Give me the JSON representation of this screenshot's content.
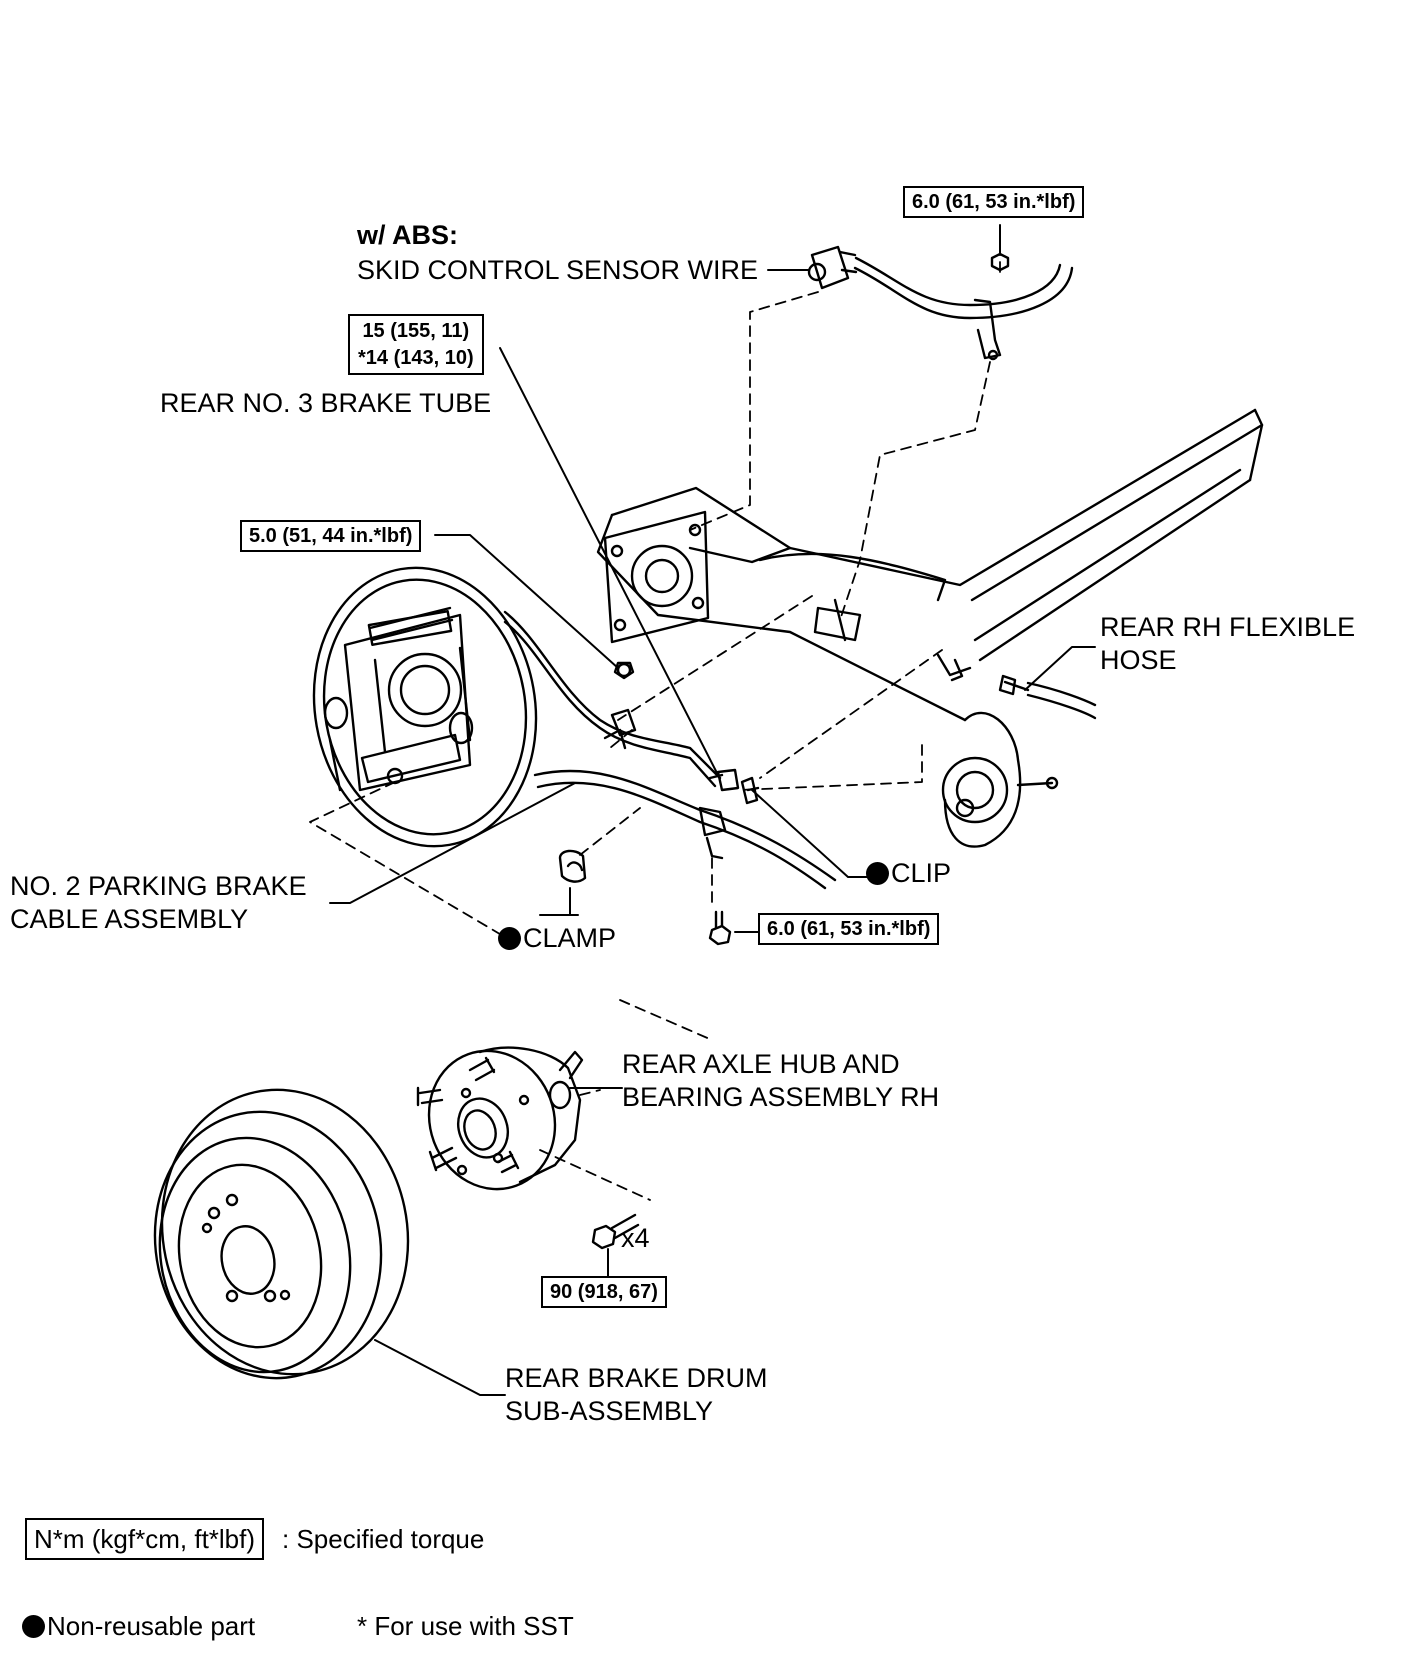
{
  "labels": {
    "abs_header": "w/ ABS:",
    "skid_sensor_wire": "SKID CONTROL SENSOR WIRE",
    "brake_tube": "REAR NO. 3 BRAKE TUBE",
    "flex_hose_l1": "REAR RH FLEXIBLE",
    "flex_hose_l2": "HOSE",
    "clip": "CLIP",
    "clamp": "CLAMP",
    "parking_cable_l1": "NO. 2 PARKING BRAKE",
    "parking_cable_l2": "CABLE ASSEMBLY",
    "hub_l1": "REAR AXLE HUB AND",
    "hub_l2": "BEARING ASSEMBLY RH",
    "drum_l1": "REAR BRAKE DRUM",
    "drum_l2": "SUB-ASSEMBLY",
    "bolt_qty": "x4"
  },
  "torques": {
    "sensor_bolt": "6.0 (61, 53 in.*lbf)",
    "brake_tube_std": "15 (155, 11)",
    "brake_tube_sst": "*14 (143, 10)",
    "bracket_bolt": "5.0 (51, 44 in.*lbf)",
    "cable_bolt": "6.0 (61, 53 in.*lbf)",
    "hub_bolt": "90 (918, 67)"
  },
  "legend": {
    "torque_units": "N*m (kgf*cm, ft*lbf)",
    "torque_desc": ": Specified torque",
    "non_reusable": "Non-reusable part",
    "sst_note": "* For use with SST"
  }
}
